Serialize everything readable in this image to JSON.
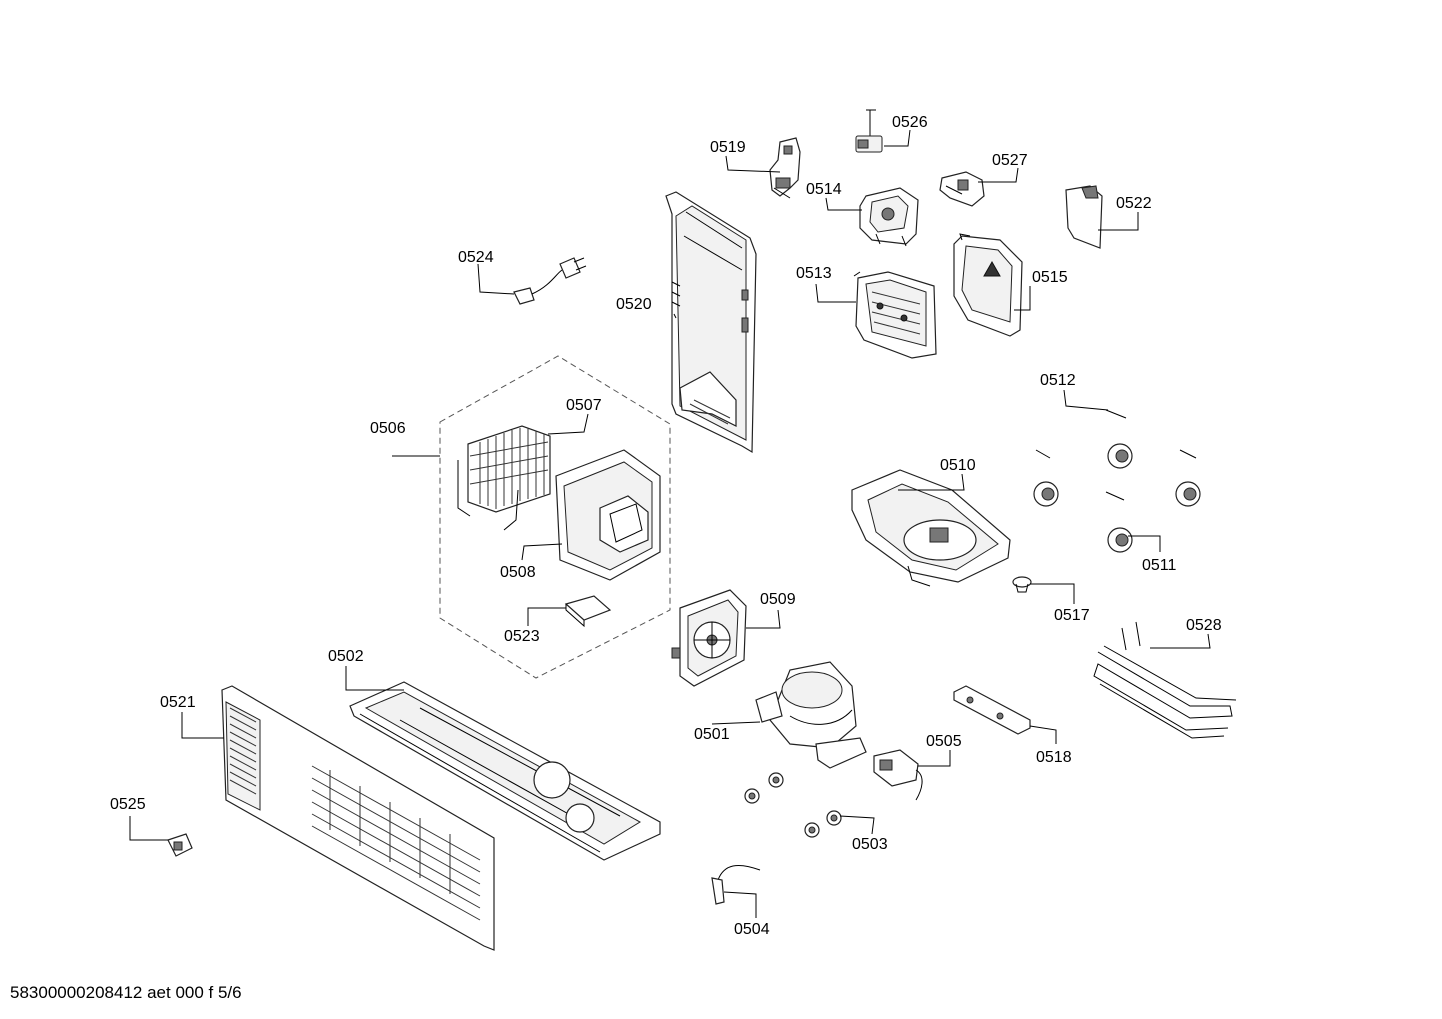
{
  "part_labels": {
    "p0501": "0501",
    "p0502": "0502",
    "p0503": "0503",
    "p0504": "0504",
    "p0505": "0505",
    "p0506": "0506",
    "p0507": "0507",
    "p0508": "0508",
    "p0509": "0509",
    "p0510": "0510",
    "p0511": "0511",
    "p0512": "0512",
    "p0513": "0513",
    "p0514": "0514",
    "p0515": "0515",
    "p0517": "0517",
    "p0518": "0518",
    "p0519": "0519",
    "p0520": "0520",
    "p0521": "0521",
    "p0522": "0522",
    "p0523": "0523",
    "p0524": "0524",
    "p0525": "0525",
    "p0526": "0526",
    "p0527": "0527",
    "p0528": "0528"
  },
  "footer": {
    "document_id": "58300000208412 aet 000 f 5/6"
  }
}
